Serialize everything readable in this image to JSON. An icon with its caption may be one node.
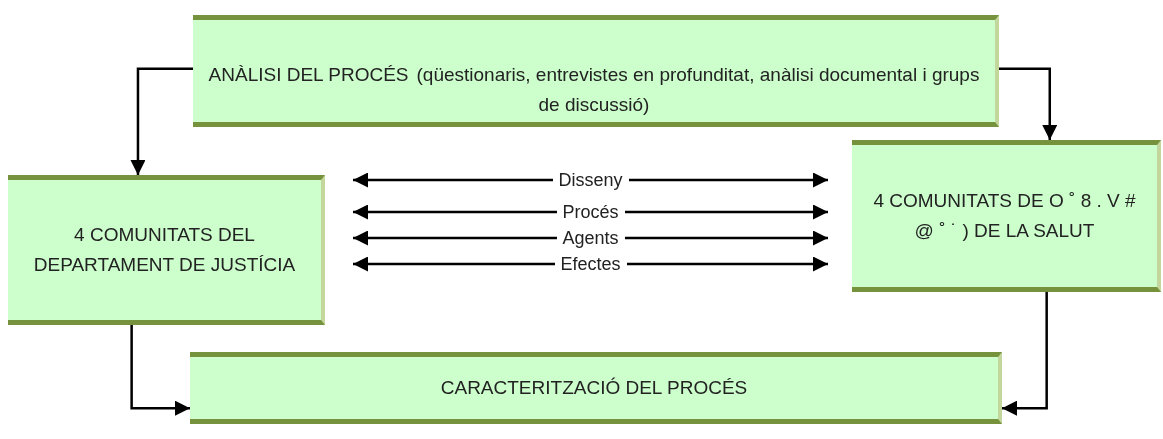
{
  "diagram": {
    "nodes": [
      {
        "text": [
          "ANÀLISI DEL PROCÉS",
          "(qüestionaris, entrevistes en profunditat, anàlisi documental i grups de discussió)"
        ]
      },
      {
        "text": [
          "4 COMUNITATS DEL DEPARTAMENT DE JUSTÍCIA"
        ]
      },
      {
        "text": [
          "4 COMUNITATS DE O ˚ 8 . V # @ ˚ ˙ ) DE LA SALUT"
        ]
      },
      {
        "text": [
          "CARACTERITZACIÓ DEL PROCÉS"
        ]
      }
    ],
    "edges": [
      {
        "from": 0,
        "to": 1,
        "arrow": "to"
      },
      {
        "from": 0,
        "to": 2,
        "arrow": "to"
      },
      {
        "from": 1,
        "to": 3,
        "arrow": "to"
      },
      {
        "from": 2,
        "to": 3,
        "arrow": "to"
      },
      {
        "from": 1,
        "to": 2,
        "arrow": "both",
        "label": "Disseny"
      },
      {
        "from": 1,
        "to": 2,
        "arrow": "both",
        "label": "Procés"
      },
      {
        "from": 1,
        "to": 2,
        "arrow": "both",
        "label": "Agents"
      },
      {
        "from": 1,
        "to": 2,
        "arrow": "both",
        "label": "Efectes"
      }
    ]
  }
}
